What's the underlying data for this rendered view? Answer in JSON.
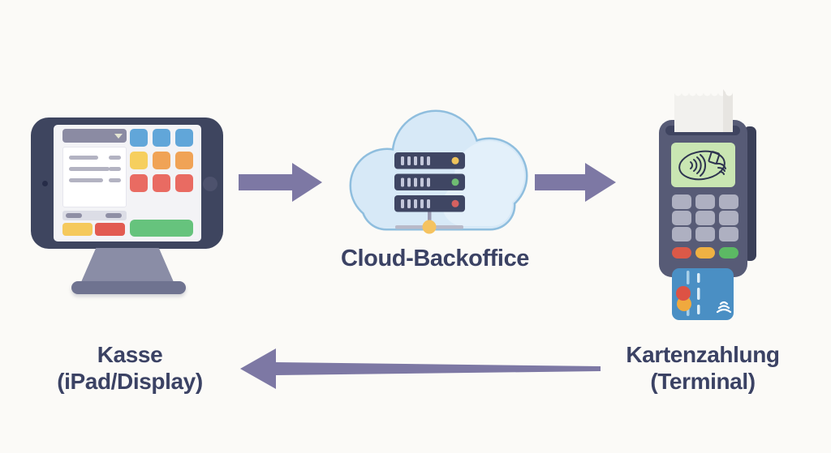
{
  "diagram": {
    "type": "flow-diagram",
    "background_color": "#fbfaf7",
    "arrow_color": "#7d78a4",
    "label_color": "#3b4264",
    "nodes": [
      {
        "id": "kasse",
        "label_line1": "Kasse",
        "label_line2": "(iPad/Display)",
        "illustration": "pos-monitor-illustration"
      },
      {
        "id": "cloud_backoffice",
        "label_line1": "Cloud-Backoffice",
        "label_line2": "",
        "illustration": "cloud-servers-illustration"
      },
      {
        "id": "kartenzahlung",
        "label_line1": "Kartenzahlung",
        "label_line2": "(Terminal)",
        "illustration": "payment-terminal-illustration"
      }
    ],
    "edges": [
      {
        "from": "kasse",
        "to": "cloud_backoffice",
        "style": "solid-arrow",
        "direction": "right"
      },
      {
        "from": "cloud_backoffice",
        "to": "kartenzahlung",
        "style": "solid-arrow",
        "direction": "right"
      },
      {
        "from": "kartenzahlung",
        "to": "kasse",
        "style": "long-thin-arrow",
        "direction": "left"
      }
    ],
    "icons": {
      "chevron": "chevron-down-icon",
      "contactless_screen": "contactless-payment-icon",
      "card_waves": "contactless-wave-icon",
      "server_status": "status-dot-icon"
    },
    "palette": {
      "cloud_fill": "#d7e9f7",
      "cloud_stroke": "#8fbede",
      "server_body": "#3f4663",
      "server_status_dots": [
        "#eec35b",
        "#6fbd72",
        "#d66160"
      ],
      "network_node": "#f5c360",
      "device_bezel": "#3e455f",
      "pos_buttons": [
        "#61a6d9",
        "#f6cf5e",
        "#f0a356",
        "#e96b62",
        "#66c37d"
      ],
      "terminal_body": "#575b76",
      "terminal_screen": "#c9e6b2",
      "terminal_function_keys": [
        "#db5948",
        "#efb143",
        "#5cb964"
      ],
      "card_blue": "#4a8fc4",
      "card_circles": [
        "#dd5244",
        "#f0a93e"
      ]
    }
  }
}
